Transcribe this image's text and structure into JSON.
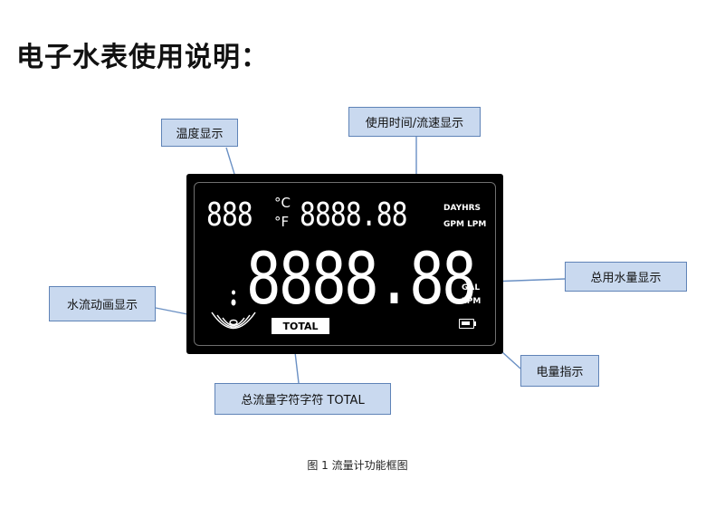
{
  "title": "电子水表使用说明：",
  "caption": "图 1  流量计功能框图",
  "callouts": {
    "temperature": "温度显示",
    "time_flow": "使用时间/流速显示",
    "total_water": "总用水量显示",
    "flow_animation": "水流动画显示",
    "battery": "电量指示",
    "total_char": "总流量字符字符 TOTAL"
  },
  "lcd": {
    "temp_digits": "888",
    "celsius": "°C",
    "fahrenheit": "°F",
    "time_digits": "8888.88",
    "unit_dayhrs": "DAYHRS",
    "unit_gpmlpm": "GPM LPM",
    "main_digits": "8888.88",
    "unit_gal": "GAL",
    "unit_lpm": "LPM",
    "total_label": "TOTAL"
  },
  "colors": {
    "callout_fill": "#c9d9ef",
    "callout_border": "#5f83b7",
    "arrow": "#6a90c4",
    "lcd_background": "#000000"
  }
}
